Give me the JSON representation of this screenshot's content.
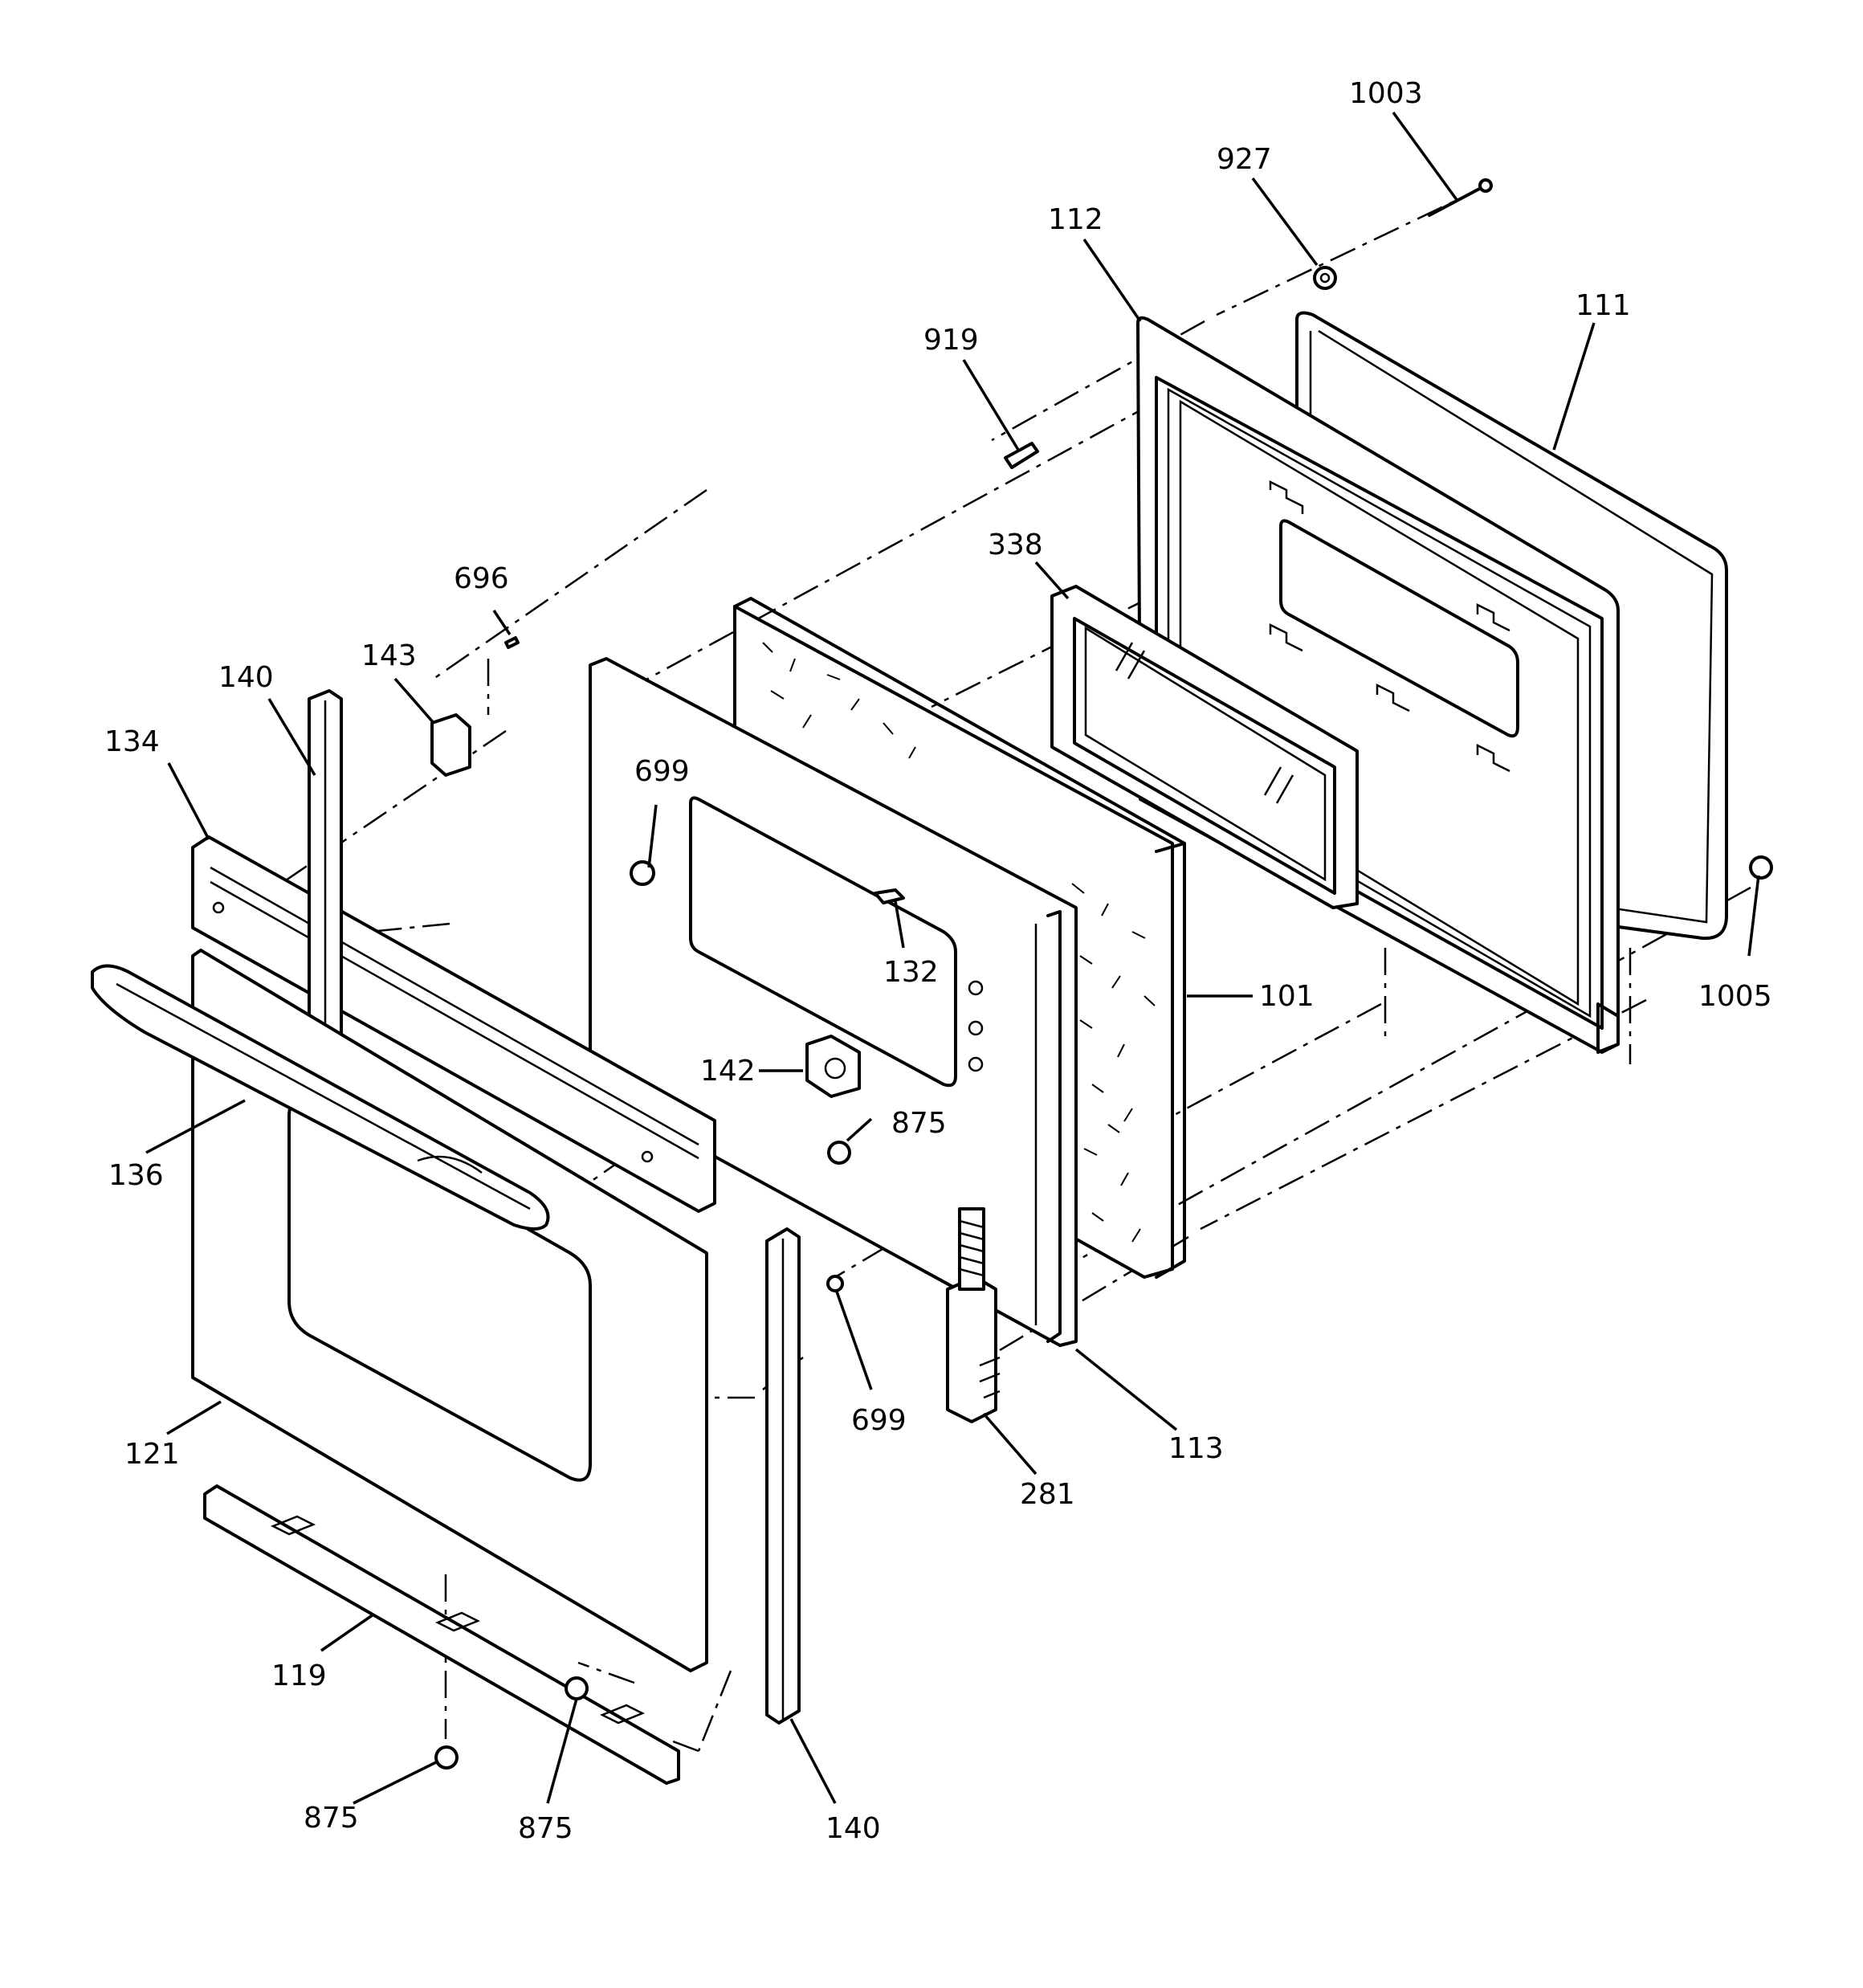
{
  "callouts": [
    {
      "id": "c1003",
      "label": "1003"
    },
    {
      "id": "c927",
      "label": "927"
    },
    {
      "id": "c112",
      "label": "112"
    },
    {
      "id": "c111",
      "label": "111"
    },
    {
      "id": "c919",
      "label": "919"
    },
    {
      "id": "c338",
      "label": "338"
    },
    {
      "id": "c696",
      "label": "696"
    },
    {
      "id": "c143",
      "label": "143"
    },
    {
      "id": "c140a",
      "label": "140"
    },
    {
      "id": "c134",
      "label": "134"
    },
    {
      "id": "c699a",
      "label": "699"
    },
    {
      "id": "c101",
      "label": "101"
    },
    {
      "id": "c1005",
      "label": "1005"
    },
    {
      "id": "c132",
      "label": "132"
    },
    {
      "id": "c142",
      "label": "142"
    },
    {
      "id": "c875a",
      "label": "875"
    },
    {
      "id": "c136",
      "label": "136"
    },
    {
      "id": "c699b",
      "label": "699"
    },
    {
      "id": "c113",
      "label": "113"
    },
    {
      "id": "c121",
      "label": "121"
    },
    {
      "id": "c281",
      "label": "281"
    },
    {
      "id": "c119",
      "label": "119"
    },
    {
      "id": "c875b",
      "label": "875"
    },
    {
      "id": "c875c",
      "label": "875"
    },
    {
      "id": "c140b",
      "label": "140"
    }
  ]
}
